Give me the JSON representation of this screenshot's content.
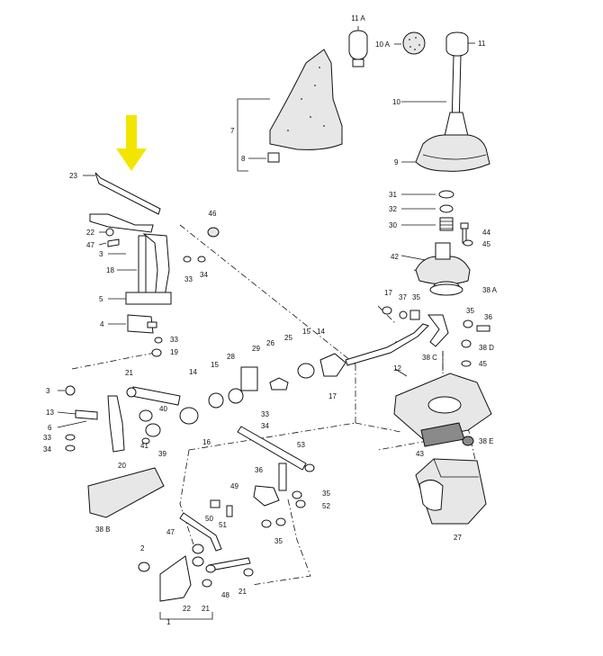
{
  "diagram": {
    "arrow_color": "#f2e600",
    "labels": {
      "p11A": "11 A",
      "p10A": "10 A",
      "p11": "11",
      "p10": "10",
      "p7": "7",
      "p8": "8",
      "p9": "9",
      "p23": "23",
      "p31": "31",
      "p32": "32",
      "p30": "30",
      "p44": "44",
      "p45a": "45",
      "p22a": "22",
      "p47a": "47",
      "p46": "46",
      "p3a": "3",
      "p18": "18",
      "p33a": "33",
      "p34a": "34",
      "p42": "42",
      "p38A": "38 A",
      "p5": "5",
      "p17a": "17",
      "p37": "37",
      "p35a": "35",
      "p35b": "35",
      "p36a": "36",
      "p4": "4",
      "p33b": "33",
      "p19": "19",
      "p38D": "38 D",
      "p29": "29",
      "p25": "25",
      "p15a": "15",
      "p14a": "14",
      "p26": "26",
      "p28": "28",
      "p15b": "15",
      "p14b": "14",
      "p12": "12",
      "p38C": "38 C",
      "p45b": "45",
      "p21a": "21",
      "p3b": "3",
      "p17b": "17",
      "p13": "13",
      "p40": "40",
      "p6": "6",
      "p33c": "33",
      "p34b": "34",
      "p33d": "33",
      "p34c": "34",
      "p41": "41",
      "p39": "39",
      "p16": "16",
      "p20": "20",
      "p53": "53",
      "p38E": "38 E",
      "p43": "43",
      "p36b": "36",
      "p49": "49",
      "p35c": "35",
      "p52": "52",
      "p50": "50",
      "p51": "51",
      "p35d": "35",
      "p38B": "38 B",
      "p47b": "47",
      "p27": "27",
      "p2": "2",
      "p1": "1",
      "p48": "48",
      "p21b": "21",
      "p22b": "22",
      "p21c": "21"
    }
  }
}
